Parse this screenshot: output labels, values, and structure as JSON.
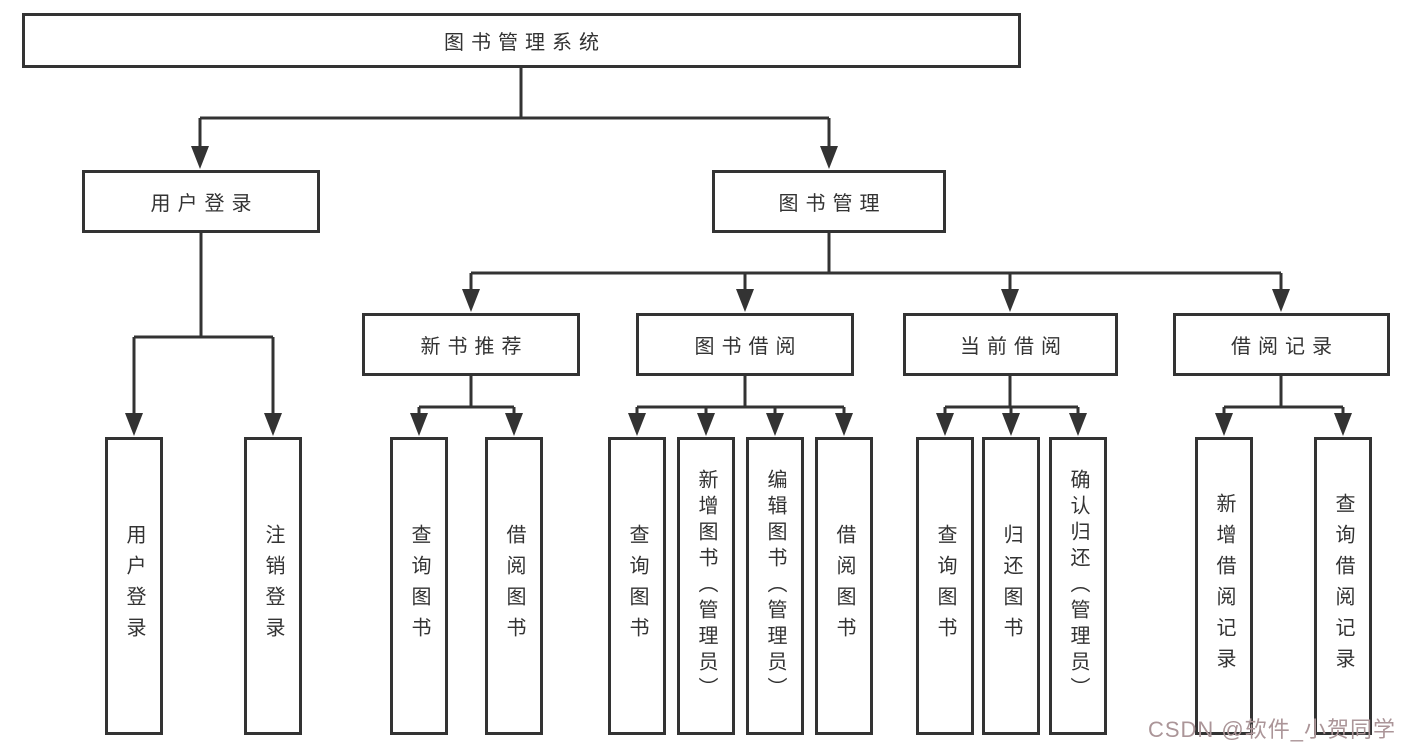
{
  "diagram": {
    "title": "图书管理系统",
    "type": "hierarchy-tree",
    "tree": {
      "label": "图书管理系统",
      "children": [
        {
          "label": "用户登录",
          "children": [
            {
              "label": "用户登录"
            },
            {
              "label": "注销登录"
            }
          ]
        },
        {
          "label": "图书管理",
          "children": [
            {
              "label": "新书推荐",
              "children": [
                {
                  "label": "查询图书"
                },
                {
                  "label": "借阅图书"
                }
              ]
            },
            {
              "label": "图书借阅",
              "children": [
                {
                  "label": "查询图书"
                },
                {
                  "label": "新增图书（管理员）"
                },
                {
                  "label": "编辑图书（管理员）"
                },
                {
                  "label": "借阅图书"
                }
              ]
            },
            {
              "label": "当前借阅",
              "children": [
                {
                  "label": "查询图书"
                },
                {
                  "label": "归还图书"
                },
                {
                  "label": "确认归还（管理员）"
                }
              ]
            },
            {
              "label": "借阅记录",
              "children": [
                {
                  "label": "新增借阅记录"
                },
                {
                  "label": "查询借阅记录"
                }
              ]
            }
          ]
        }
      ]
    }
  },
  "watermark": {
    "text": "CSDN @软件_小贺同学"
  },
  "colors": {
    "line": "#333333",
    "text": "#333333",
    "background": "#ffffff",
    "watermark": "#ab9598"
  }
}
